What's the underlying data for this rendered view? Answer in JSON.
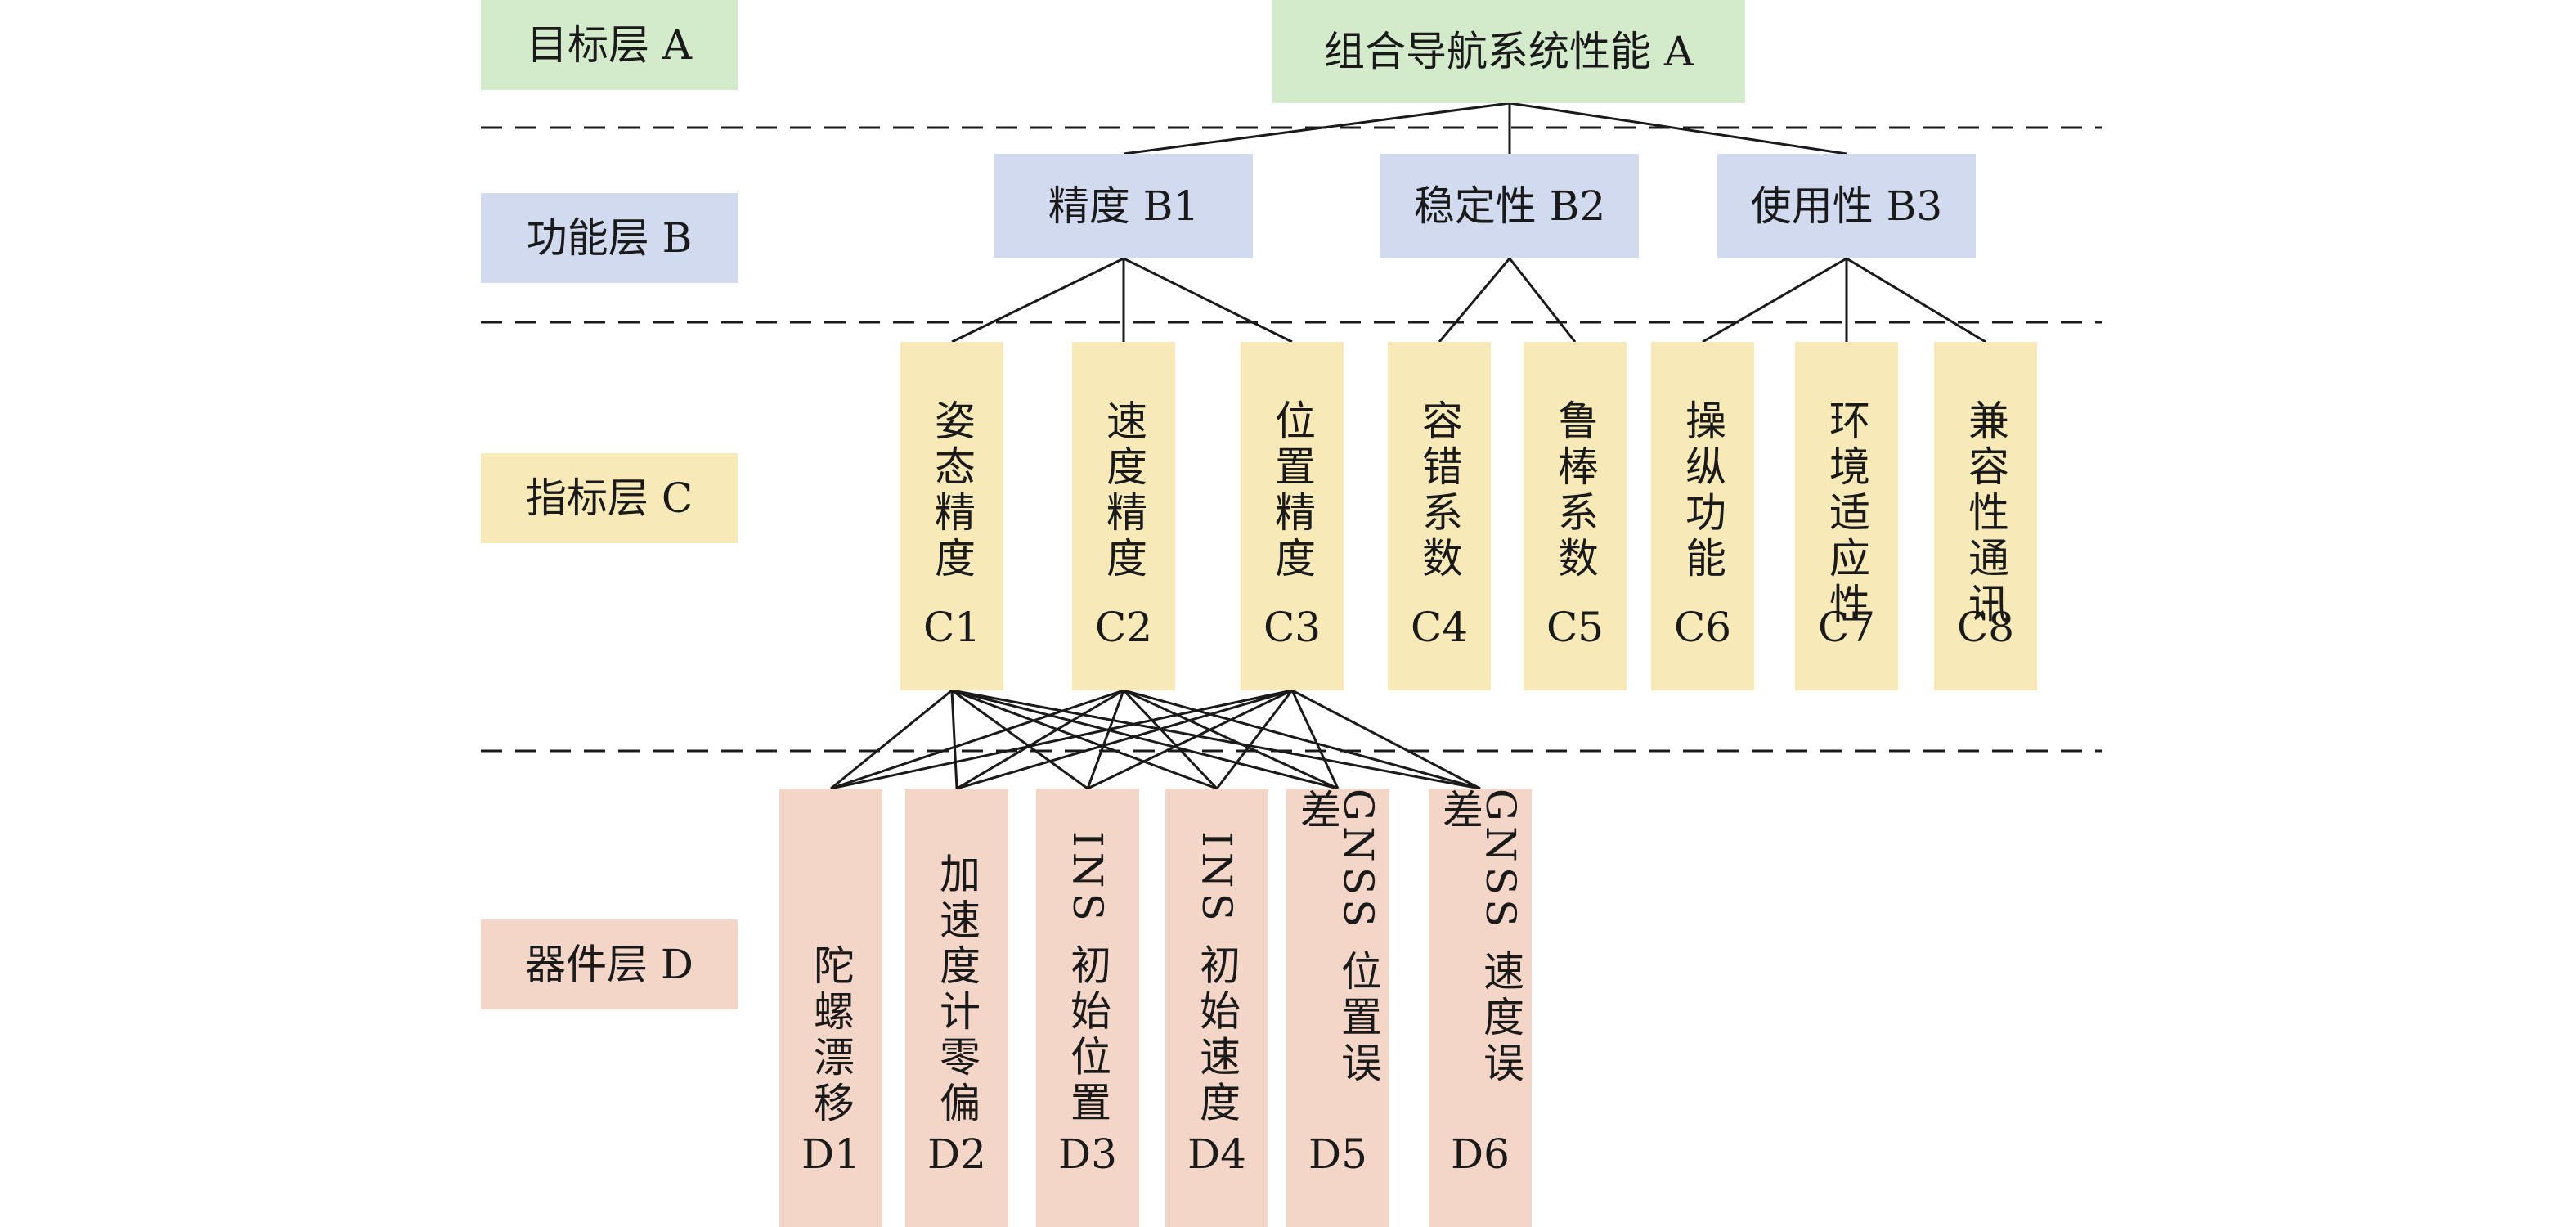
{
  "layers": {
    "a": "目标层 A",
    "b": "功能层 B",
    "c": "指标层 C",
    "d": "器件层 D"
  },
  "goal": {
    "label": "组合导航系统性能 A"
  },
  "functions": [
    {
      "label": "精度 B1"
    },
    {
      "label": "稳定性 B2"
    },
    {
      "label": "使用性 B3"
    }
  ],
  "indicators": [
    {
      "text": "姿态精度",
      "code": "C1"
    },
    {
      "text": "速度精度",
      "code": "C2"
    },
    {
      "text": "位置精度",
      "code": "C3"
    },
    {
      "text": "容错系数",
      "code": "C4"
    },
    {
      "text": "鲁棒系数",
      "code": "C5"
    },
    {
      "text": "操纵功能",
      "code": "C6"
    },
    {
      "text": "环境适应性",
      "code": "C7"
    },
    {
      "text": "兼容性通讯",
      "code": "C8"
    }
  ],
  "devices": [
    {
      "text": "陀螺漂移",
      "code": "D1"
    },
    {
      "text": "加速度计零偏",
      "code": "D2"
    },
    {
      "text": "INS 初始位置",
      "code": "D3"
    },
    {
      "text": "INS 初始速度",
      "code": "D4"
    },
    {
      "text": "GNSS 位置误差",
      "code": "D5"
    },
    {
      "text": "GNSS 速度误差",
      "code": "D6"
    }
  ],
  "colors": {
    "goal": "#d4ebcb",
    "function": "#d1daef",
    "indicator": "#f8e9b8",
    "device": "#f4d6c8",
    "line": "#1a1a1a"
  }
}
